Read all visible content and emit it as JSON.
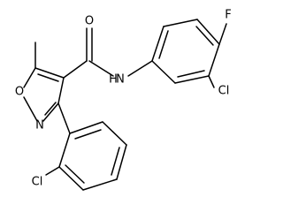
{
  "structure": {
    "atoms": {
      "oxygen_carbonyl": "O",
      "nitrogen_amide": "N",
      "hydrogen_amide": "H",
      "fluorine": "F",
      "chlorine_phenyl": "Cl",
      "oxygen_ring": "O",
      "nitrogen_ring": "N",
      "chlorine_lower": "Cl"
    }
  }
}
